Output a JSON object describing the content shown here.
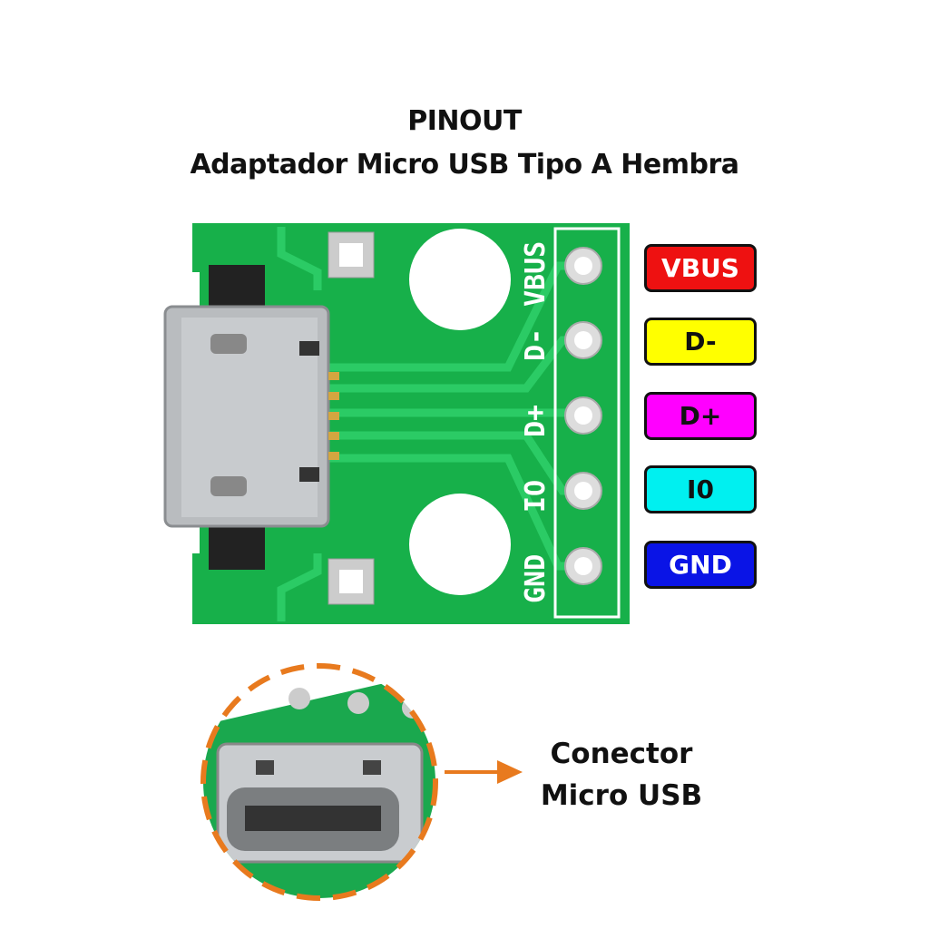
{
  "title": {
    "line1": "PINOUT",
    "line2": "Adaptador Micro USB Tipo A Hembra"
  },
  "board": {
    "silkscreen": [
      "VBUS",
      "D-",
      "D+",
      "IO",
      "GND"
    ]
  },
  "pins": [
    {
      "label": "VBUS",
      "bg": "#ee1111",
      "fg": "#ffffff"
    },
    {
      "label": "D-",
      "bg": "#ffff00",
      "fg": "#111111"
    },
    {
      "label": "D+",
      "bg": "#ff00ff",
      "fg": "#111111"
    },
    {
      "label": "I0",
      "bg": "#00f0f0",
      "fg": "#111111"
    },
    {
      "label": "GND",
      "bg": "#0a14e6",
      "fg": "#ffffff"
    }
  ],
  "callout": {
    "line1": "Conector",
    "line2": "Micro USB",
    "accent": "#e87a1e"
  }
}
